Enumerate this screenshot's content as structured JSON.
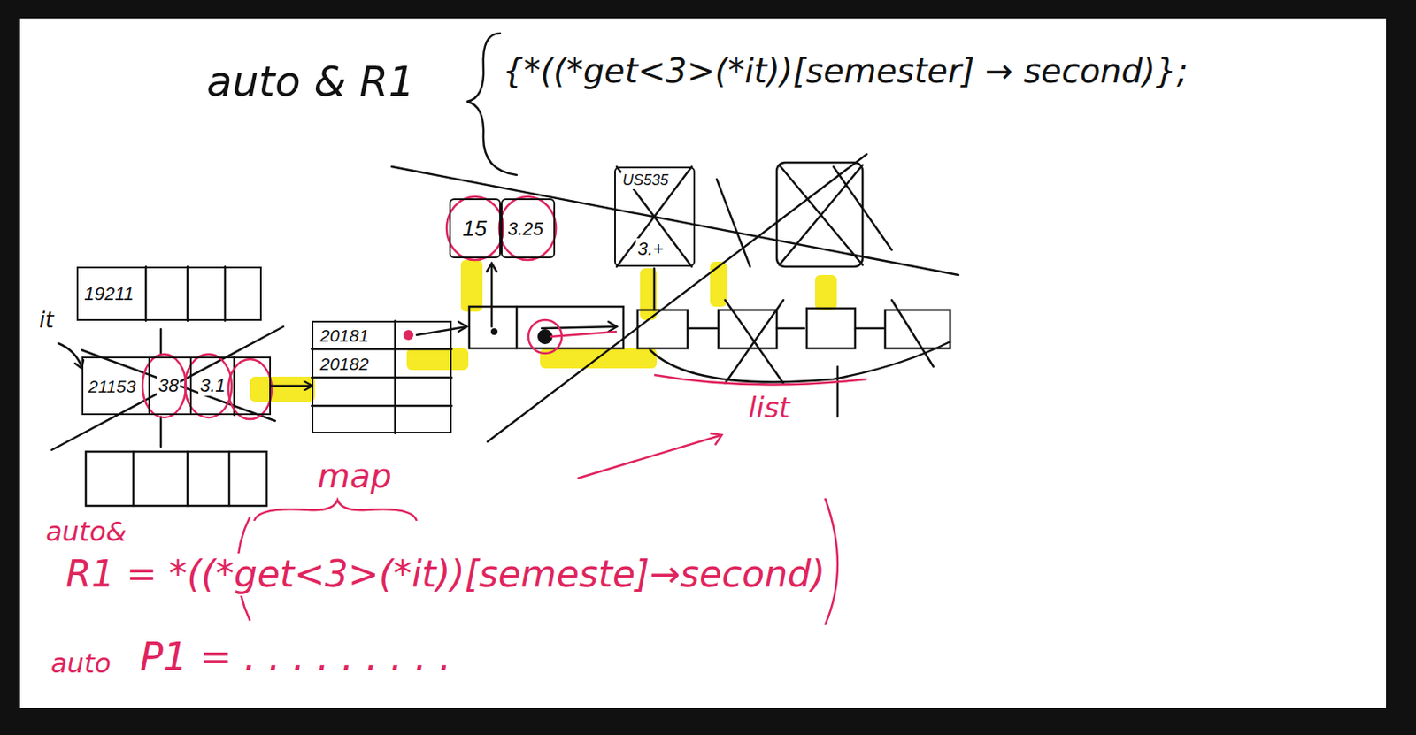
{
  "diagram": {
    "nodes": [
      {
        "text": [
          "19211"
        ]
      },
      {
        "text": [
          "21153"
        ]
      },
      {
        "text": [
          "38"
        ],
        "in": 1
      },
      {
        "text": [
          "3.1"
        ],
        "in": 1
      },
      {
        "text": [
          "20181",
          "20182"
        ]
      },
      {
        "text": [
          "15"
        ]
      },
      {
        "text": [
          "3.25"
        ]
      },
      {
        "text": [
          "US535",
          "3.+"
        ]
      }
    ],
    "edges": [
      {
        "from": 1,
        "to": 4,
        "arrow": "to"
      }
    ],
    "labels": [
      "auto & R1",
      "{*((*get<3>(*it))[semester] → second)};",
      "it",
      "map",
      "list",
      "auto&",
      "R1 = *((*get<3>(*it))[semeste]→second)",
      "auto",
      "P1 = . . . . . . . . ."
    ]
  }
}
